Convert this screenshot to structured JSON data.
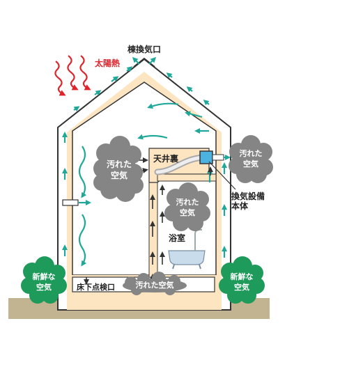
{
  "labels": {
    "ridge_vent": "棟換気口",
    "solar_heat": "太陽熱",
    "attic": "天井裏",
    "vent_unit_line1": "換気設備",
    "vent_unit_line2": "本体",
    "bathroom": "浴室",
    "underfloor_hatch": "床下点検口",
    "dirty_air_left_line1": "汚れた",
    "dirty_air_left_line2": "空気",
    "dirty_air_right_line1": "汚れた",
    "dirty_air_right_line2": "空気",
    "dirty_air_bath_line1": "汚れた",
    "dirty_air_bath_line2": "空気",
    "dirty_air_floor": "汚れた空気",
    "fresh_air_left_line1": "新鮮な",
    "fresh_air_left_line2": "空気",
    "fresh_air_right_line1": "新鮮な",
    "fresh_air_right_line2": "空気"
  },
  "colors": {
    "wall_fill": "#fde5c2",
    "outline": "#333333",
    "arrow_teal": "#1fa89a",
    "solar_red": "#e0232a",
    "cloud_gray": "#858585",
    "fresh_green": "#1e9a5a",
    "ground": "#c2b490",
    "fan_blue": "#4cb3e0"
  }
}
